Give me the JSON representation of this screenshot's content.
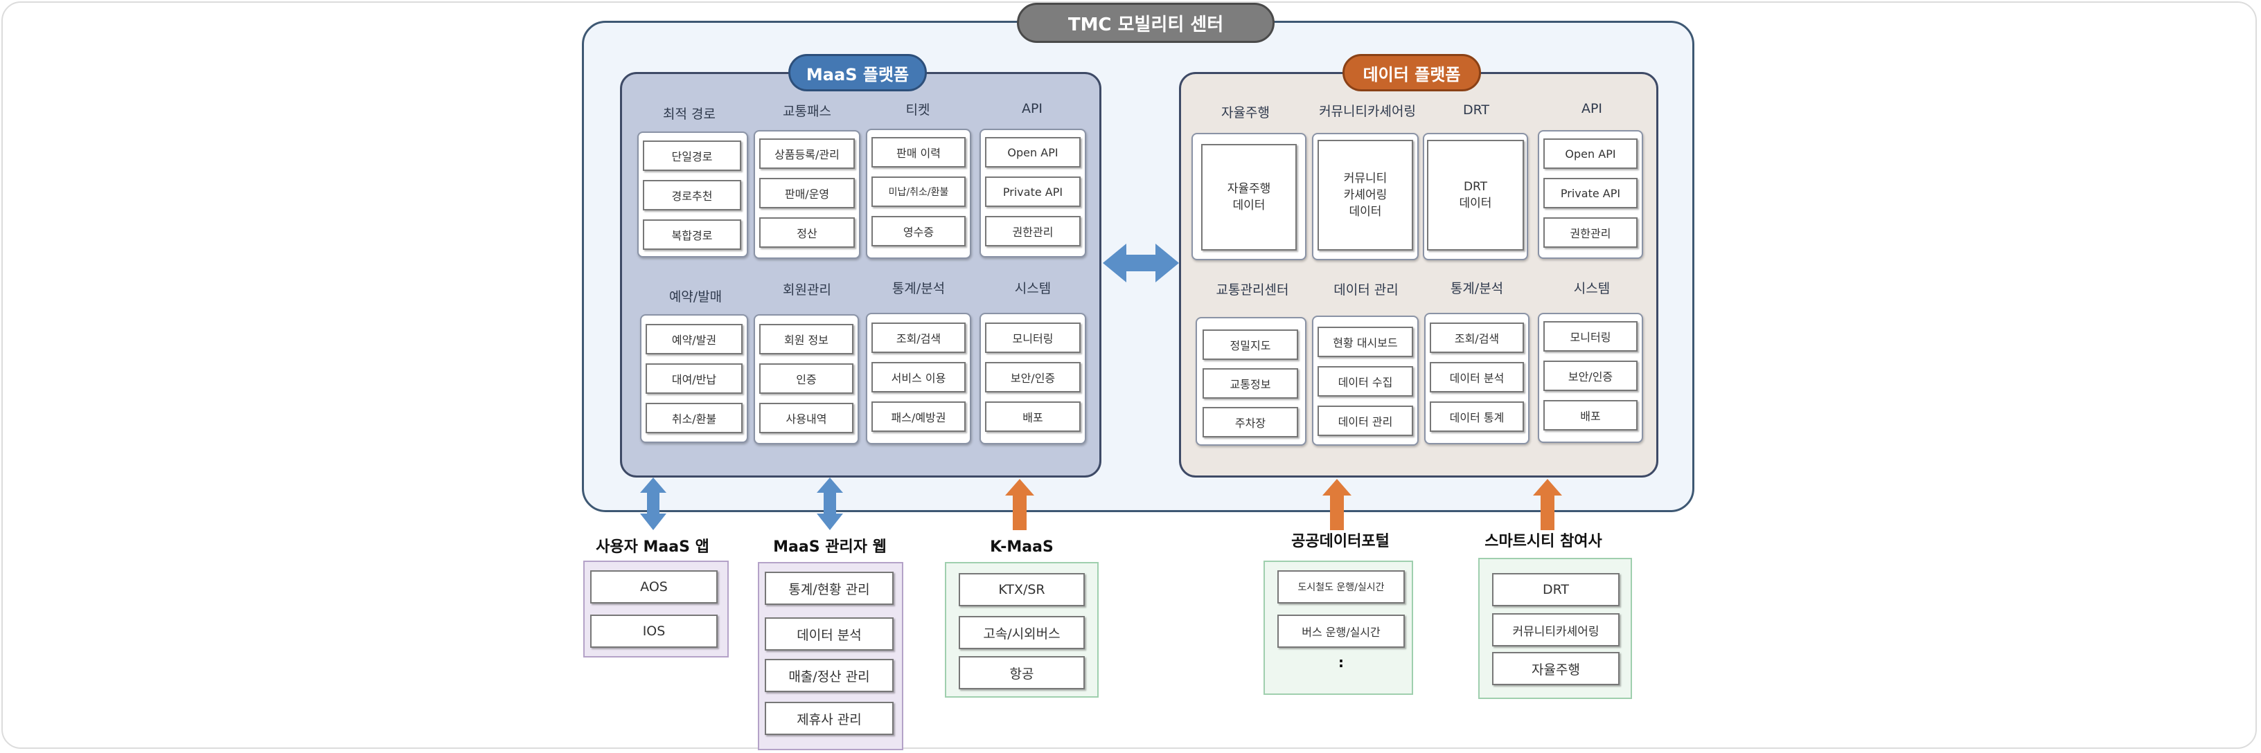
{
  "title": "TMC 모빌리티 센터",
  "maas_platform": {
    "title": "MaaS 플랫폼",
    "groups": [
      {
        "header": "최적 경로",
        "items": [
          "단일경로",
          "경로추천",
          "복합경로"
        ]
      },
      {
        "header": "교통패스",
        "items": [
          "상품등록/관리",
          "판매/운영",
          "정산"
        ]
      },
      {
        "header": "티켓",
        "items": [
          "판매 이력",
          "미납/취소/환불",
          "영수증"
        ]
      },
      {
        "header": "API",
        "items": [
          "Open API",
          "Private API",
          "권한관리"
        ]
      },
      {
        "header": "예약/발매",
        "items": [
          "예약/발권",
          "대여/반납",
          "취소/환불"
        ]
      },
      {
        "header": "회원관리",
        "items": [
          "회원 정보",
          "인증",
          "사용내역"
        ]
      },
      {
        "header": "통계/분석",
        "items": [
          "조회/검색",
          "서비스 이용",
          "패스/예방권"
        ]
      },
      {
        "header": "시스템",
        "items": [
          "모니터링",
          "보안/인증",
          "배포"
        ]
      }
    ]
  },
  "data_platform": {
    "title": "데이터 플랫폼",
    "top_groups": [
      {
        "header": "자율주행",
        "item": "자율주행\n데이터"
      },
      {
        "header": "커뮤니티카셰어링",
        "item": "커뮤니티\n카셰어링\n데이터"
      },
      {
        "header": "DRT",
        "item": "DRT\n데이터"
      }
    ],
    "groups": [
      {
        "header": "API",
        "items": [
          "Open API",
          "Private API",
          "권한관리"
        ]
      },
      {
        "header": "교통관리센터",
        "items": [
          "정밀지도",
          "교통정보",
          "주차장"
        ]
      },
      {
        "header": "데이터 관리",
        "items": [
          "현황 대시보드",
          "데이터 수집",
          "데이터 관리"
        ]
      },
      {
        "header": "통계/분석",
        "items": [
          "조회/검색",
          "데이터 분석",
          "데이터 통계"
        ]
      },
      {
        "header": "시스템",
        "items": [
          "모니터링",
          "보안/인증",
          "배포"
        ]
      }
    ]
  },
  "bottom": {
    "user_app": {
      "label": "사용자 MaaS 앱",
      "items": [
        "AOS",
        "IOS"
      ]
    },
    "admin_web": {
      "label": "MaaS 관리자 웹",
      "items": [
        "통계/현황 관리",
        "데이터 분석",
        "매출/정산 관리",
        "제휴사 관리"
      ]
    },
    "kmaas": {
      "label": "K-MaaS",
      "items": [
        "KTX/SR",
        "고속/시외버스",
        "항공"
      ]
    },
    "public_portal": {
      "label": "공공데이터포털",
      "items": [
        "도시철도 운행/실시간",
        "버스 운행/실시간",
        ":"
      ]
    },
    "smartcity": {
      "label": "스마트시티 참여사",
      "items": [
        "DRT",
        "커뮤니티카셰어링",
        "자율주행"
      ]
    }
  },
  "colors": {
    "blue_arrow": "#5a8fc8",
    "orange_arrow": "#e07b39",
    "maas_accent": "#4478b3",
    "data_accent": "#c7652a"
  }
}
